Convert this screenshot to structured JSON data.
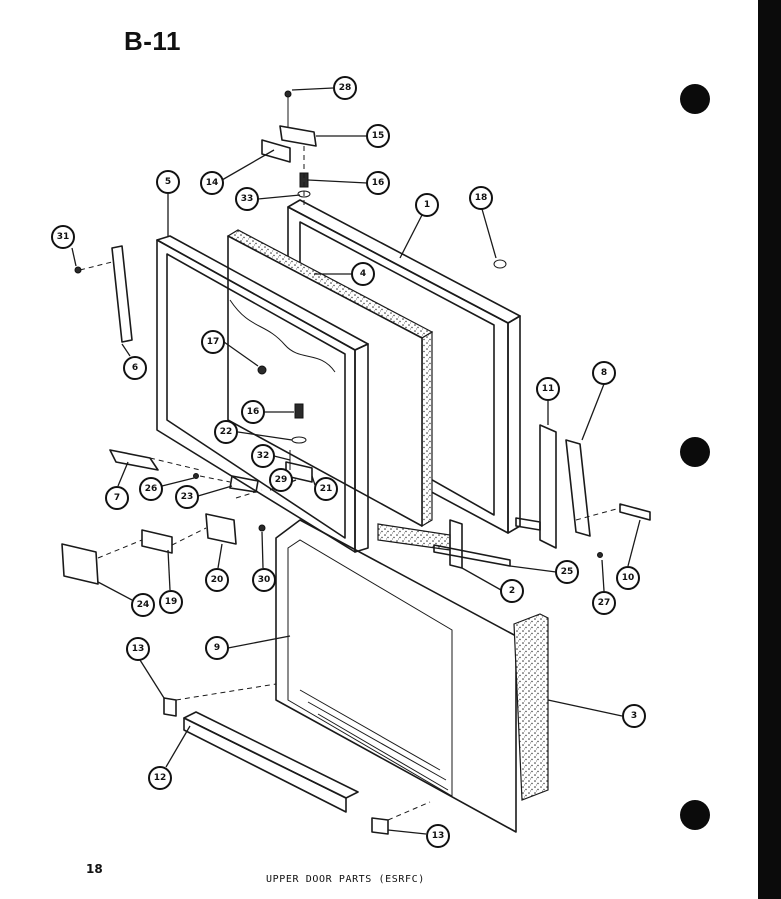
{
  "header": {
    "code": "B-11"
  },
  "footer": {
    "page_number": "18",
    "caption": "UPPER DOOR PARTS (ESRFC)"
  },
  "callouts": [
    {
      "label": "28"
    },
    {
      "label": "15"
    },
    {
      "label": "14"
    },
    {
      "label": "16"
    },
    {
      "label": "33"
    },
    {
      "label": "5"
    },
    {
      "label": "1"
    },
    {
      "label": "18"
    },
    {
      "label": "31"
    },
    {
      "label": "4"
    },
    {
      "label": "6"
    },
    {
      "label": "17"
    },
    {
      "label": "16"
    },
    {
      "label": "22"
    },
    {
      "label": "11"
    },
    {
      "label": "8"
    },
    {
      "label": "32"
    },
    {
      "label": "7"
    },
    {
      "label": "26"
    },
    {
      "label": "23"
    },
    {
      "label": "29"
    },
    {
      "label": "21"
    },
    {
      "label": "20"
    },
    {
      "label": "30"
    },
    {
      "label": "19"
    },
    {
      "label": "24"
    },
    {
      "label": "2"
    },
    {
      "label": "25"
    },
    {
      "label": "27"
    },
    {
      "label": "10"
    },
    {
      "label": "9"
    },
    {
      "label": "3"
    },
    {
      "label": "13"
    },
    {
      "label": "12"
    },
    {
      "label": "13"
    }
  ]
}
